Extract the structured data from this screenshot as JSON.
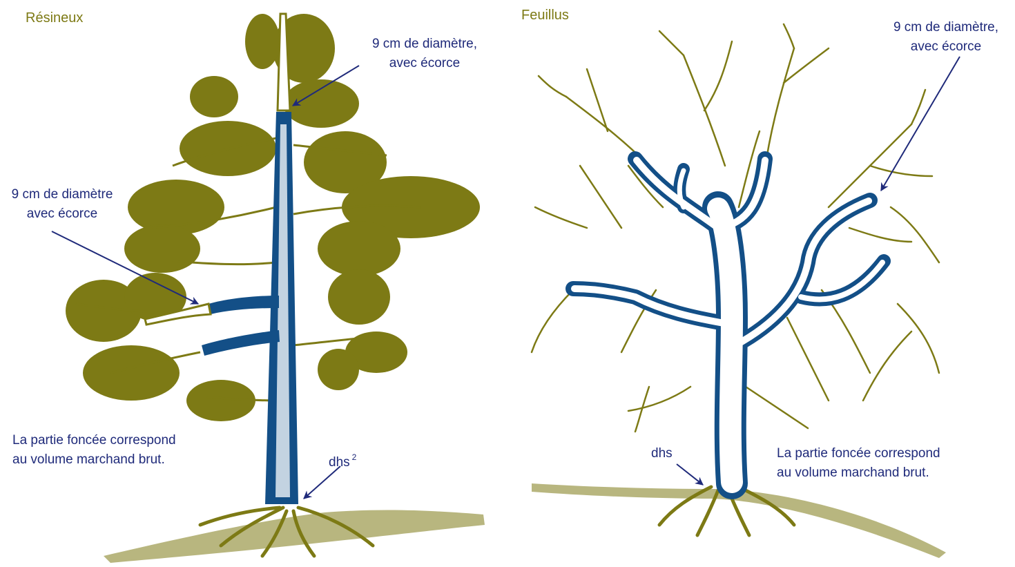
{
  "colors": {
    "foliage": "#7d7a15",
    "merchantable": "#134f87",
    "annotation": "#1f2a7a",
    "background": "#ffffff"
  },
  "softwood": {
    "title": "Résineux",
    "top_label": [
      "9 cm de diamètre,",
      "avec écorce"
    ],
    "branch_label": [
      "9 cm de diamètre",
      "avec écorce"
    ],
    "stump_label": "dhs",
    "stump_note": "2",
    "legend": [
      "La partie foncée correspond",
      "au volume marchand brut."
    ]
  },
  "hardwood": {
    "title": "Feuillus",
    "branch_label": [
      "9 cm de diamètre,",
      "avec écorce"
    ],
    "stump_label": "dhs",
    "legend": [
      "La partie foncée correspond",
      "au volume marchand brut."
    ]
  }
}
